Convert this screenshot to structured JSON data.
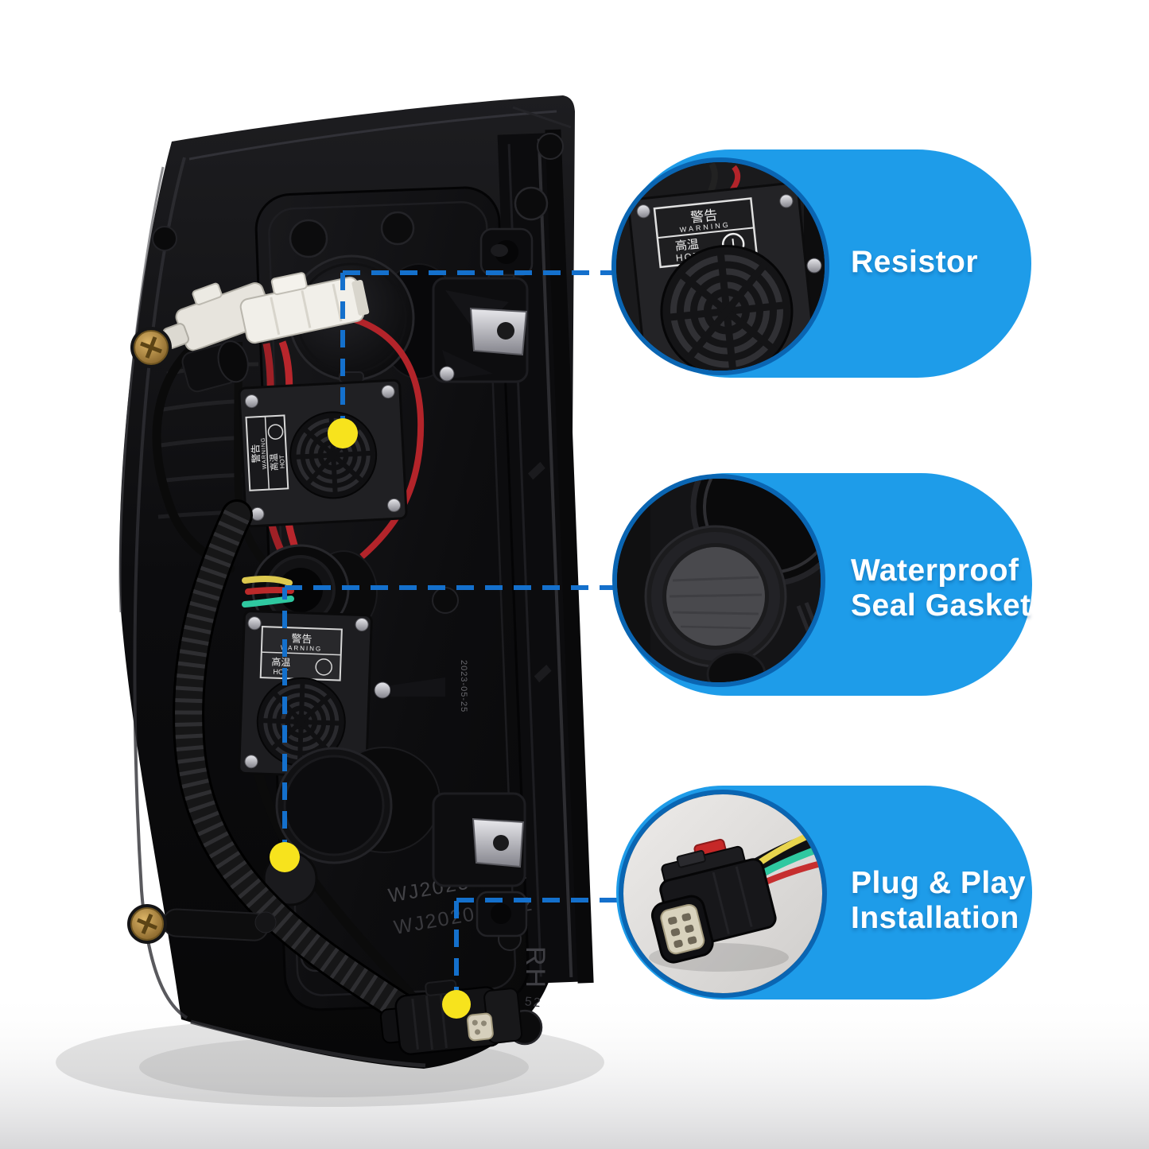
{
  "callouts": [
    {
      "label_lines": [
        "Resistor"
      ]
    },
    {
      "label_lines": [
        "Waterproof",
        "Seal Gasket"
      ]
    },
    {
      "label_lines": [
        "Plug & Play",
        "Installation"
      ]
    }
  ],
  "product": {
    "warning_label": {
      "cn_title": "警告",
      "en_title": "WARNING",
      "cn_sub": "高温",
      "en_sub": "HOT"
    },
    "molded_codes": [
      "WJ2025-0712",
      "WJ2020-0712"
    ],
    "side_marking": "RH",
    "mold_stamp": ">WR< 52",
    "date_stamp": "2023-05-25"
  },
  "colors": {
    "accent_blue": "#1e9ce9",
    "ring_blue": "#0a65b2",
    "leader_blue": "#1470cc",
    "marker_yellow": "#f7e31d"
  }
}
